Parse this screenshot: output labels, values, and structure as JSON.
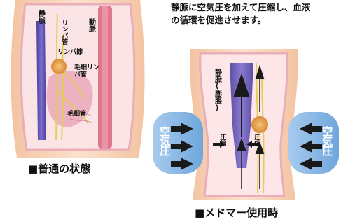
{
  "normal_panel": {
    "labels": {
      "vein": "静脈",
      "artery": "動脈",
      "lymph_vessel": "リンパ管",
      "lymph_node": "リンパ節",
      "lymph_capillary": "毛細リンパ管",
      "capillary": "毛細管"
    },
    "caption": "■普通の状態"
  },
  "massage_panel": {
    "description": "静脈に空気圧を加えて圧縮し、血液の循環を促進させます。",
    "vein_dilated_label": "静脈(膨脹)",
    "compression_left": "圧縮",
    "compression_right": "圧縮",
    "air_pressure_left": "空気圧",
    "air_pressure_right": "空気圧",
    "caption": "■メドマー使用時"
  },
  "colors": {
    "skin": "#f5c9a8",
    "tissue_pink": "#f3c3cc",
    "vein_purple": "#5a4aa6",
    "artery_pink": "#d9647e",
    "lymph_yellow": "#e8d36a",
    "lymph_node_orange": "#e39b47",
    "air_blue": "#7fb3e2",
    "arrow_dark": "#1a1a1a"
  }
}
